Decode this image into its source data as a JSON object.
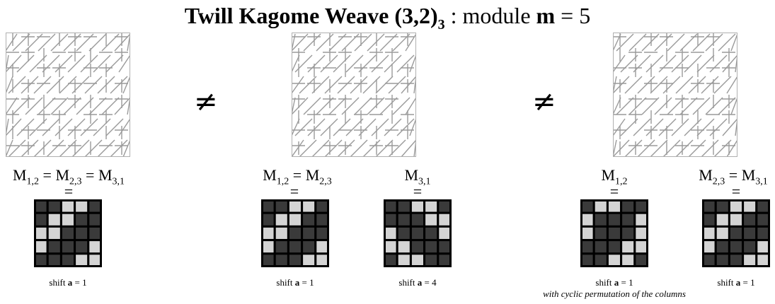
{
  "title": {
    "main": "Twill Kagome Weave (3,2)",
    "sub": "3",
    "module_text": " : module ",
    "module_var": "m",
    "module_eq": " = 5"
  },
  "weaves": [
    {
      "name": "weave-1"
    },
    {
      "name": "weave-2"
    },
    {
      "name": "weave-3"
    }
  ],
  "neq_symbol": "≠",
  "labels": {
    "m12": "M",
    "m12_sub": "1,2",
    "m23": "M",
    "m23_sub": "2,3",
    "m31": "M",
    "m31_sub": "3,1",
    "eq": " = "
  },
  "equals_sign": "=",
  "matrices": [
    {
      "name": "matrix-1",
      "rows": [
        [
          1,
          1,
          0,
          0,
          1
        ],
        [
          1,
          0,
          0,
          1,
          1
        ],
        [
          0,
          0,
          1,
          1,
          1
        ],
        [
          0,
          1,
          1,
          1,
          0
        ],
        [
          1,
          1,
          1,
          0,
          0
        ]
      ]
    },
    {
      "name": "matrix-2",
      "rows": [
        [
          1,
          1,
          0,
          0,
          1
        ],
        [
          1,
          0,
          0,
          1,
          1
        ],
        [
          0,
          0,
          1,
          1,
          1
        ],
        [
          0,
          1,
          1,
          1,
          0
        ],
        [
          1,
          1,
          1,
          0,
          0
        ]
      ]
    },
    {
      "name": "matrix-3",
      "rows": [
        [
          1,
          1,
          0,
          0,
          1
        ],
        [
          1,
          1,
          1,
          0,
          0
        ],
        [
          0,
          1,
          1,
          1,
          0
        ],
        [
          0,
          0,
          1,
          1,
          1
        ],
        [
          1,
          0,
          0,
          1,
          1
        ]
      ]
    },
    {
      "name": "matrix-4",
      "rows": [
        [
          1,
          0,
          0,
          1,
          1
        ],
        [
          0,
          1,
          1,
          1,
          0
        ],
        [
          0,
          1,
          1,
          1,
          0
        ],
        [
          1,
          1,
          1,
          0,
          0
        ],
        [
          1,
          1,
          0,
          0,
          1
        ]
      ]
    },
    {
      "name": "matrix-5",
      "rows": [
        [
          1,
          1,
          0,
          0,
          1
        ],
        [
          1,
          0,
          0,
          1,
          1
        ],
        [
          0,
          0,
          1,
          1,
          1
        ],
        [
          0,
          1,
          1,
          1,
          0
        ],
        [
          1,
          1,
          1,
          0,
          0
        ]
      ]
    }
  ],
  "matrix_colors": {
    "on": "#3a3a3a",
    "off": "#d4d4d4",
    "grid": "#000000"
  },
  "shifts": [
    {
      "prefix": "shift ",
      "var": "a",
      "value": " = 1"
    },
    {
      "prefix": "shift ",
      "var": "a",
      "value": " = 1"
    },
    {
      "prefix": "shift ",
      "var": "a",
      "value": " = 4"
    },
    {
      "prefix": "shift ",
      "var": "a",
      "value": " = 1"
    },
    {
      "prefix": "shift ",
      "var": "a",
      "value": " = 1"
    }
  ],
  "note": "with cyclic permutation of the columns"
}
